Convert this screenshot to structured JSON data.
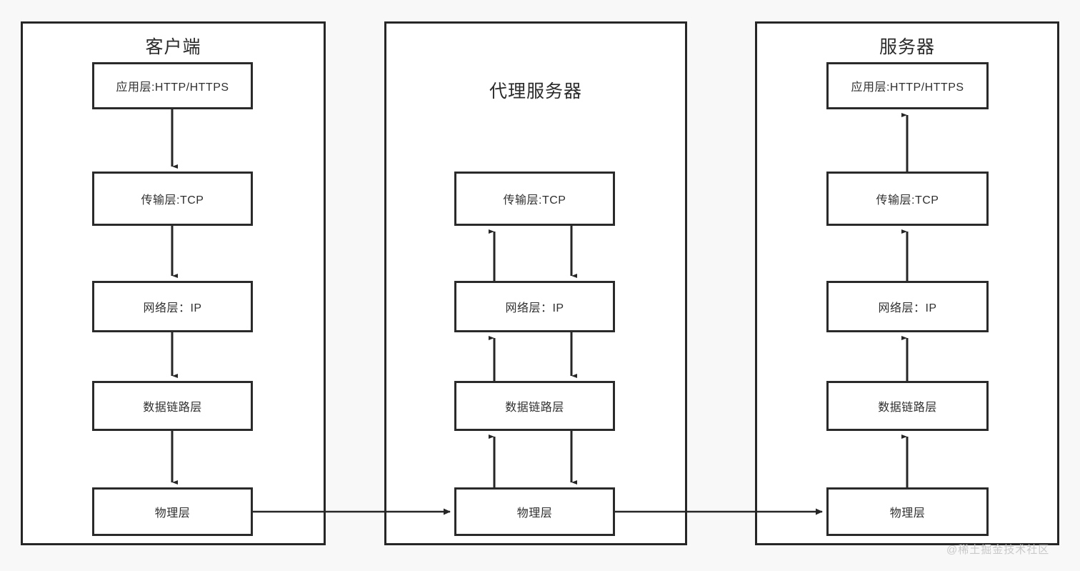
{
  "diagram": {
    "title_visible": false,
    "background_color": "#f8f8f8",
    "line_color": "#2a2a2a",
    "box_fill": "#ffffff"
  },
  "panels": [
    {
      "id": "client",
      "title": "客户端",
      "flow_direction": "downward",
      "layers": [
        {
          "id": "application",
          "label": "应用层:HTTP/HTTPS"
        },
        {
          "id": "transport",
          "label": "传输层:TCP"
        },
        {
          "id": "network",
          "label": "网络层：IP"
        },
        {
          "id": "datalink",
          "label": "数据链路层"
        },
        {
          "id": "physical",
          "label": "物理层"
        }
      ]
    },
    {
      "id": "proxy",
      "title": "代理服务器",
      "flow_direction": "bidirectional",
      "layers": [
        {
          "id": "transport",
          "label": "传输层:TCP"
        },
        {
          "id": "network",
          "label": "网络层：IP"
        },
        {
          "id": "datalink",
          "label": "数据链路层"
        },
        {
          "id": "physical",
          "label": "物理层"
        }
      ]
    },
    {
      "id": "server",
      "title": "服务器",
      "flow_direction": "upward",
      "layers": [
        {
          "id": "application",
          "label": "应用层:HTTP/HTTPS"
        },
        {
          "id": "transport",
          "label": "传输层:TCP"
        },
        {
          "id": "network",
          "label": "网络层：IP"
        },
        {
          "id": "datalink",
          "label": "数据链路层"
        },
        {
          "id": "physical",
          "label": "物理层"
        }
      ]
    }
  ],
  "links": [
    {
      "id": "client-to-proxy",
      "from": "client.physical",
      "to": "proxy.physical",
      "direction": "right"
    },
    {
      "id": "proxy-to-server",
      "from": "proxy.physical",
      "to": "server.physical",
      "direction": "right"
    }
  ],
  "watermark": {
    "text": "@稀土掘金技术社区"
  }
}
